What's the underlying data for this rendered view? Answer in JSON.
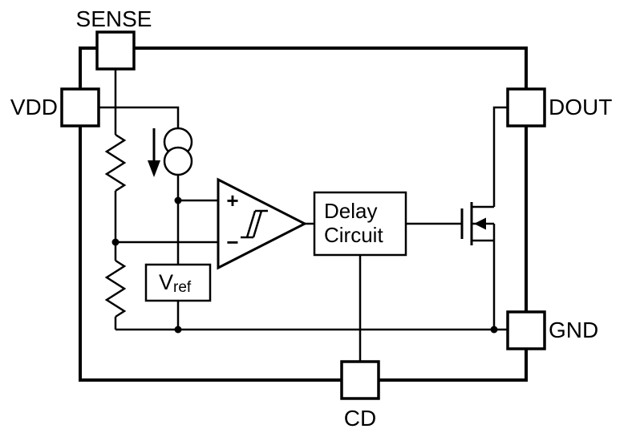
{
  "colors": {
    "line": "#000000",
    "background": "#ffffff"
  },
  "pins": {
    "sense": {
      "label": "SENSE"
    },
    "vdd": {
      "label": "VDD"
    },
    "dout": {
      "label": "DOUT"
    },
    "gnd": {
      "label": "GND"
    },
    "cd": {
      "label": "CD"
    }
  },
  "blocks": {
    "delay": {
      "line1": "Delay",
      "line2": "Circuit"
    },
    "vref": {
      "main": "V",
      "sub": "ref"
    }
  },
  "comparator": {
    "plus": "+",
    "minus": "−"
  }
}
